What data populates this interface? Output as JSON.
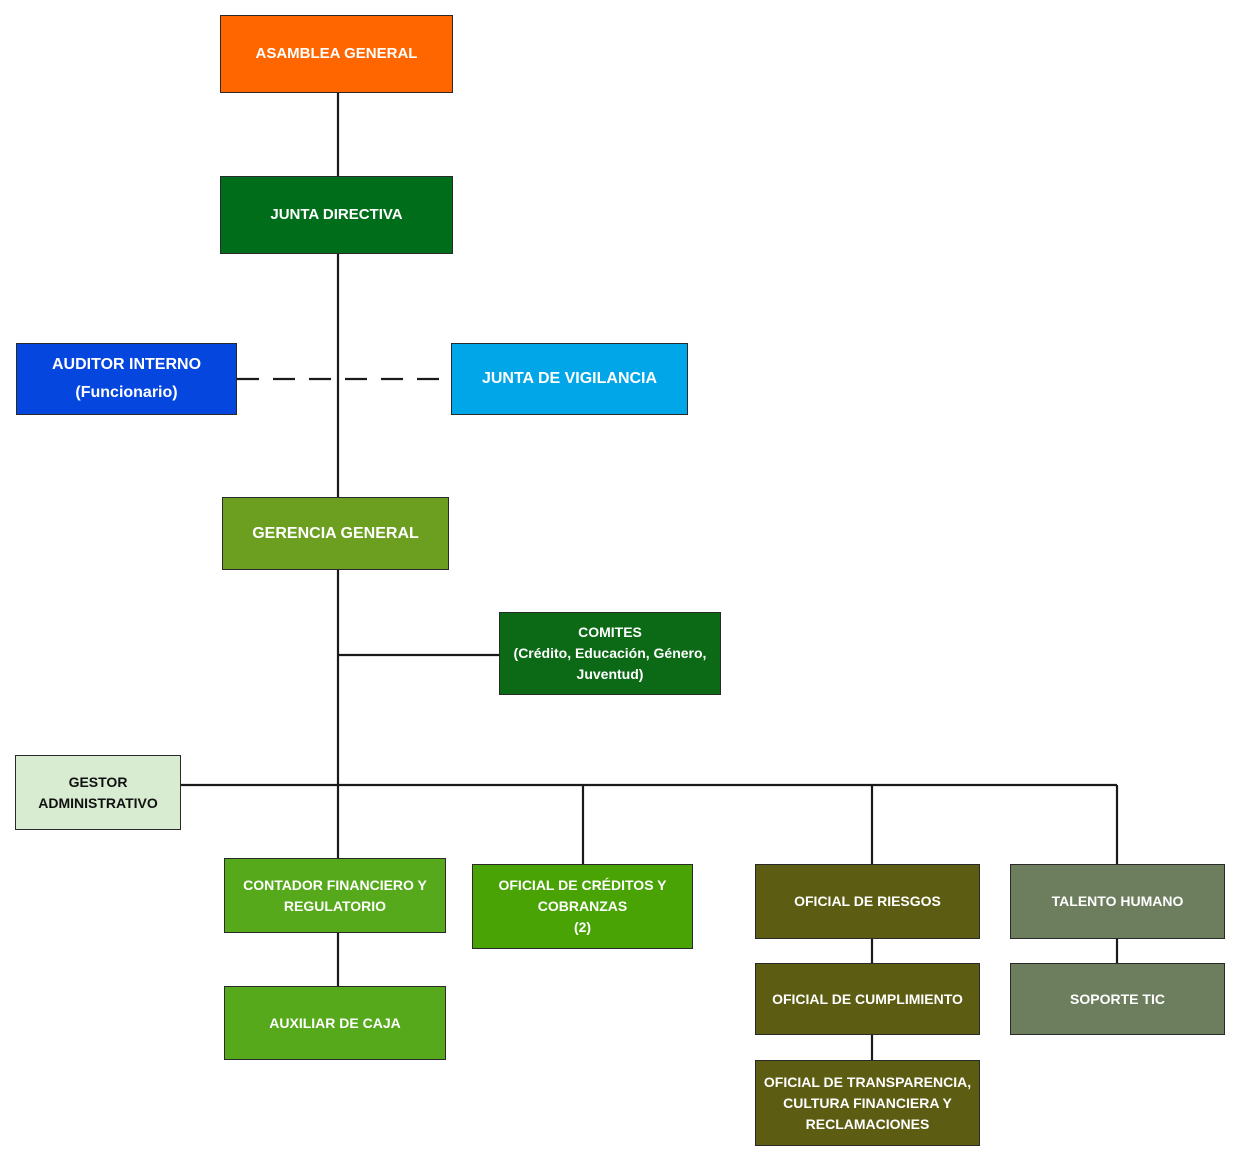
{
  "colors": {
    "connector": "#1a1a1a",
    "asamblea": "#ff6600",
    "junta_directiva": "#006d1a",
    "auditor": "#0546df",
    "vigilancia": "#00a6e8",
    "gerencia": "#6c9f20",
    "comites": "#0c6a17",
    "gestor": "#d8ecd2",
    "contador": "#55a91a",
    "oficial_creditos": "#4aa305",
    "riesgos_group": "#5c5c12",
    "talento_group": "#6d7e5e"
  },
  "nodes": {
    "asamblea": {
      "lines": [
        "ASAMBLEA GENERAL"
      ]
    },
    "junta_directiva": {
      "lines": [
        "JUNTA DIRECTIVA"
      ]
    },
    "auditor": {
      "lines": [
        "AUDITOR INTERNO",
        "(Funcionario)"
      ]
    },
    "vigilancia": {
      "lines": [
        "JUNTA DE VIGILANCIA"
      ]
    },
    "gerencia": {
      "lines": [
        "GERENCIA GENERAL"
      ]
    },
    "comites": {
      "lines": [
        "COMITES",
        "(Crédito, Educación, Género,",
        "Juventud)"
      ]
    },
    "gestor": {
      "lines": [
        "GESTOR",
        "ADMINISTRATIVO"
      ]
    },
    "contador": {
      "lines": [
        "CONTADOR FINANCIERO Y",
        "REGULATORIO"
      ]
    },
    "oficial_creditos": {
      "lines": [
        "OFICIAL DE CRÉDITOS Y",
        "COBRANZAS",
        "(2)"
      ]
    },
    "riesgos": {
      "lines": [
        "OFICIAL DE RIESGOS"
      ]
    },
    "talento": {
      "lines": [
        "TALENTO HUMANO"
      ]
    },
    "auxiliar": {
      "lines": [
        "AUXILIAR DE CAJA"
      ]
    },
    "cumplimiento": {
      "lines": [
        "OFICIAL DE CUMPLIMIENTO"
      ]
    },
    "soporte": {
      "lines": [
        "SOPORTE TIC"
      ]
    },
    "transparencia": {
      "lines": [
        "OFICIAL DE TRANSPARENCIA,",
        "CULTURA FINANCIERA Y",
        "RECLAMACIONES"
      ]
    }
  }
}
